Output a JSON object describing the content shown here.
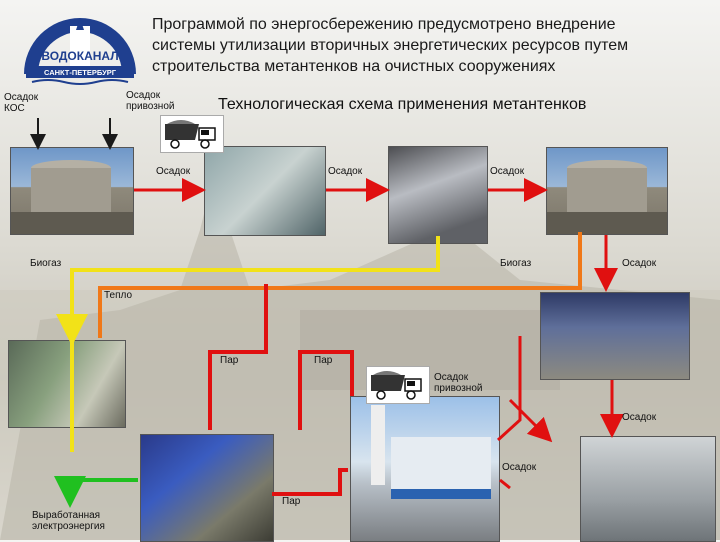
{
  "header": {
    "logo": {
      "text_top": "ВОДОКАНАЛ",
      "text_bottom": "САНКТ-ПЕТЕРБУРГ",
      "colors": {
        "blue": "#1f3f8f",
        "white": "#ffffff"
      }
    },
    "title_lines": [
      "Программой по энергосбережению предусмотрено внедрение",
      "системы утилизации вторичных энергетических ресурсов путем",
      "строительства метантенков на очистных сооружениях"
    ],
    "subtitle": "Технологическая схема применения метантенков"
  },
  "labels": {
    "osadok_kos": [
      "Осадок",
      "КОС"
    ],
    "osadok_privoznoy_top": [
      "Осадок",
      "привозной"
    ],
    "osadok_1": "Осадок",
    "osadok_2": "Осадок",
    "osadok_3": "Осадок",
    "biogaz_left": "Биогаз",
    "biogaz_right": "Биогаз",
    "osadok_right": "Осадок",
    "teplo": "Тепло",
    "par_1": "Пар",
    "par_2": "Пар",
    "osadok_privoznoy_mid": [
      "Осадок",
      "привозной"
    ],
    "osadok_right_mid": "Осадок",
    "osadok_bottom": "Осадок",
    "par_3": "Пар",
    "electricity": [
      "Выработанная",
      "электроэнергия"
    ]
  },
  "colors": {
    "sludge_line": "#e01010",
    "biogas_line": "#f2e218",
    "heat_line": "#f07818",
    "electricity_line": "#20c020",
    "arrow_dark": "#1a1a1a"
  },
  "icons": [
    "truck-icon",
    "truck-icon"
  ]
}
